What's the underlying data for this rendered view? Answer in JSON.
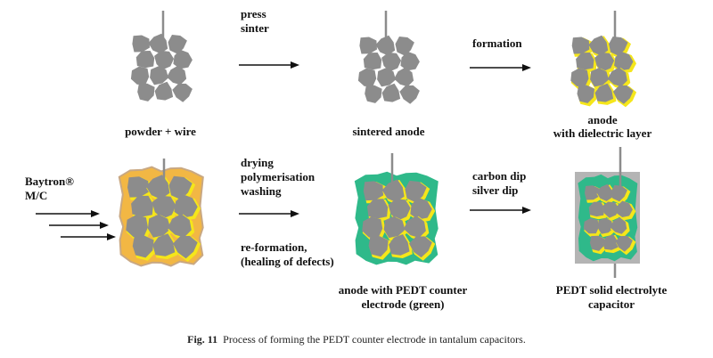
{
  "steps": {
    "powder": {
      "label": "powder + wire"
    },
    "press": {
      "line1": "press",
      "line2": "sinter"
    },
    "sintered": {
      "label": "sintered anode"
    },
    "formation": {
      "label": "formation"
    },
    "dielectric": {
      "line1": "anode",
      "line2": "with dielectric layer"
    },
    "baytron": {
      "line1": "Baytron®",
      "line2": "M/C"
    },
    "drying": {
      "line1": "drying",
      "line2": "polymerisation",
      "line3": "washing"
    },
    "reformation": {
      "line1": "re-formation,",
      "line2": "(healing of defects)"
    },
    "pedt_anode": {
      "line1": "anode with PEDT counter",
      "line2": "electrode (green)"
    },
    "dip": {
      "line1": "carbon dip",
      "line2": "silver dip"
    },
    "capacitor": {
      "line1": "PEDT solid electrolyte",
      "line2": "capacitor"
    }
  },
  "caption": {
    "fig": "Fig. 11",
    "text": "Process of forming the PEDT counter electrode in tantalum capacitors."
  },
  "colors": {
    "grain": "#8c8c8c",
    "dielectric": "#f5e61a",
    "monomer": "#f2b744",
    "pedt": "#2fb98a",
    "case": "#b4b4b4"
  }
}
